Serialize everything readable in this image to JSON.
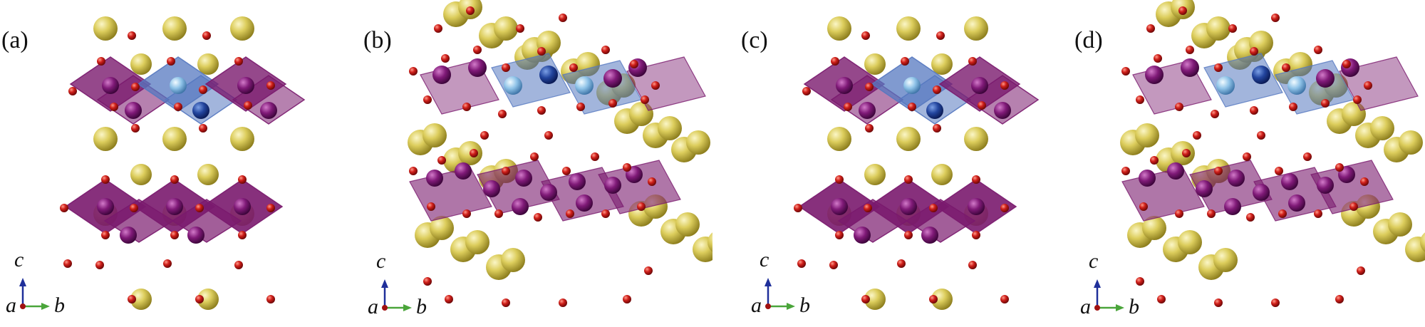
{
  "panels": [
    {
      "label": "(a)",
      "variant": "flat",
      "blue_sites": 2
    },
    {
      "label": "(b)",
      "variant": "tilted",
      "blue_sites": 3
    },
    {
      "label": "(c)",
      "variant": "flat",
      "blue_sites": 2
    },
    {
      "label": "(d)",
      "variant": "tilted",
      "blue_sites": 3
    }
  ],
  "axes": {
    "c": "c",
    "a": "a",
    "b": "b"
  },
  "colors": {
    "A_site_atom": "#d8c95a",
    "oxygen_atom": "#c8191b",
    "purple_octahedra": "#7a1a6e",
    "blue_octahedra": "#5578c0",
    "c_axis_arrow": "#1f2f9a",
    "b_axis_arrow": "#4aa53a",
    "a_axis_dot": "#a01010"
  }
}
